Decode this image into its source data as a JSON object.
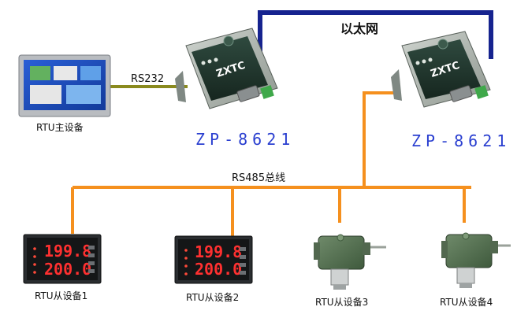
{
  "diagram": {
    "labels": {
      "ethernet": "以太网",
      "rs232": "RS232",
      "rs485_bus": "RS485总线",
      "master": "RTU主设备",
      "server_left_model": "ZP-8621",
      "server_right_model": "ZP-8621",
      "slave1": "RTU从设备1",
      "slave2": "RTU从设备2",
      "slave3": "RTU从设备3",
      "slave4": "RTU从设备4"
    },
    "server_logo": "ZXTC",
    "meter_top": "199.8",
    "meter_bottom": "200.0",
    "colors": {
      "ethernet_line": "#16238f",
      "rs232_line": "#8a8a1e",
      "rs485_line": "#f5901e",
      "model_text": "#2a3fd0"
    }
  }
}
